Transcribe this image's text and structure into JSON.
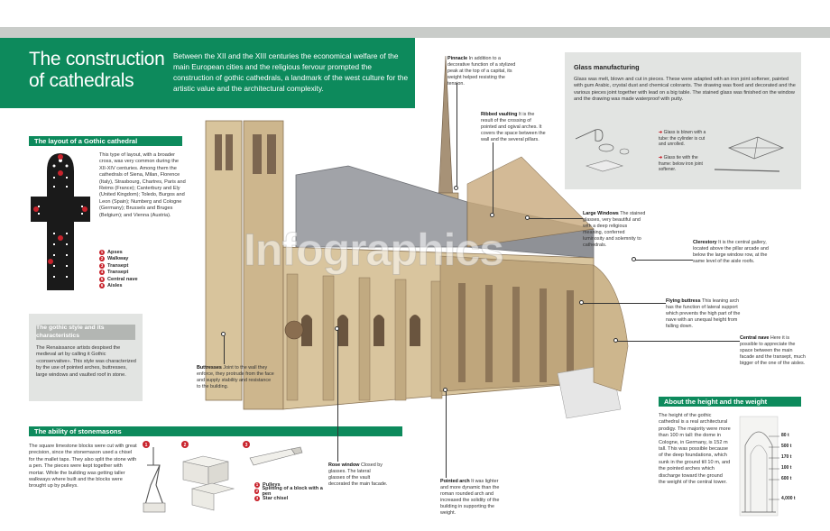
{
  "header": {
    "title_line1": "The construction",
    "title_line2": "of cathedrals",
    "intro": "Between the XII and the XIII centuries the economical welfare of the main European cities and the religious fervour prompted the construction of gothic cathedrals, a landmark of the west culture for the artistic value and the architectural complexity."
  },
  "layout_section": {
    "heading": "The layout of a Gothic cathedral",
    "text": "This type of layout, with a broader cross, was very common during the XII-XIV centuries. Among them the cathedrals of Siena, Milan, Florence (Italy), Strasbourg, Chartres, Paris and Reims (France); Canterbury and Ely (United Kingdom); Toledo, Burgos and Leon (Spain); Numberg and Cologne (Germany); Brussels and Bruges (Belgium); and Vienna (Austria).",
    "legend": [
      {
        "num": "1",
        "label": "Apses"
      },
      {
        "num": "2",
        "label": "Walkway"
      },
      {
        "num": "3",
        "label": "Transept"
      },
      {
        "num": "4",
        "label": "Transept"
      },
      {
        "num": "5",
        "label": "Central nave"
      },
      {
        "num": "6",
        "label": "Aisles"
      }
    ]
  },
  "style_section": {
    "heading": "The gothic style and its characteristics",
    "text": "The Renaissance artists despised the medieval art by calling it Gothic «conservative». This style was characterized by the use of pointed arches, buttresses, large windows and vaulted roof in stone."
  },
  "stonemason_section": {
    "heading": "The ability of stonemasons",
    "text": "The square limestone blocks were cut with great precision, since the stonemason used a chisel for the mallet taps. They also split the stone with a pen. The pieces were kept together with mortar. While the building was getting taller walkways where built and the blocks were brought up by pulleys.",
    "steps": [
      "1",
      "2",
      "3"
    ],
    "legend": [
      {
        "num": "1",
        "label": "Pulleys"
      },
      {
        "num": "2",
        "label": "Splitting of a block with a pen"
      },
      {
        "num": "3",
        "label": "Star chisel"
      }
    ]
  },
  "glass_section": {
    "heading": "Glass manufacturing",
    "text": "Glass was melt, blown and cut in pieces. These were adapted with an iron joint softener, painted with gum Arabic, crystal dust and chemical colorants. The drawing was fixed and decorated and the various pieces joint together with lead on a big table. The stained glass was finished on the window and the drawing was made waterproof with putty.",
    "note1": "Glass is blown with a tube: the cylinder is cut and unrolled.",
    "note2": "Glass tie with the frame: below iron joint softener."
  },
  "height_section": {
    "heading": "About the height and the weight",
    "text": "The height of the gothic cathedral is a real architectural prodigy. The majority were more than 100 m tall: the dome in Cologne, in Germany, is 152 m tall. This was possible because of the deep foundations, which sunk in the ground till 10 m, and the pointed arches which discharge toward the ground the weight of the central tower.",
    "scale": [
      "80 t",
      "500 t",
      "170 t",
      "100 t",
      "600 t",
      "4,000 t"
    ]
  },
  "callouts": {
    "pinnacle_title": "Pinnacle",
    "pinnacle": "In addition to a decorative function of a stylized peak at the top of a capital, its weight helped resisting the tension.",
    "ribbed_title": "Ribbed vaulting",
    "ribbed": "It is the result of the crossing of pointed and ogival arches. It covers the space between the wall and the several pillars.",
    "windows_title": "Large Windows",
    "windows": "The stained glasses, very beautiful and with a deep religious meaning, conferred luminosity and solemnity to cathedrals.",
    "clerestory_title": "Clerestory",
    "clerestory": "It is the central gallery, located above the pillar arcade and below the large window row, at the same level of the aisle roofs.",
    "flying_title": "Flying buttress",
    "flying": "This leaning arch has the function of lateral support which prevents the high part of the nave with an unequal height from falling down.",
    "nave_title": "Central nave",
    "nave": "Here it is possible to appreciate the space between the main facade and the transept, much bigger of the one of the aisles.",
    "buttress_title": "Buttresses",
    "buttress": "Joint to the wall they enforce, they protrude from the face and supply stability and resistance to the building.",
    "rose_title": "Rose window",
    "rose": "Closed by glasses. The lateral glasses of the vault decorated the main facade.",
    "pointed_title": "Pointed arch",
    "pointed": "It was lighter and more dynamic than the roman rounded arch and increased the solidity of the building in supporting the weight."
  },
  "watermark": "Infographics"
}
